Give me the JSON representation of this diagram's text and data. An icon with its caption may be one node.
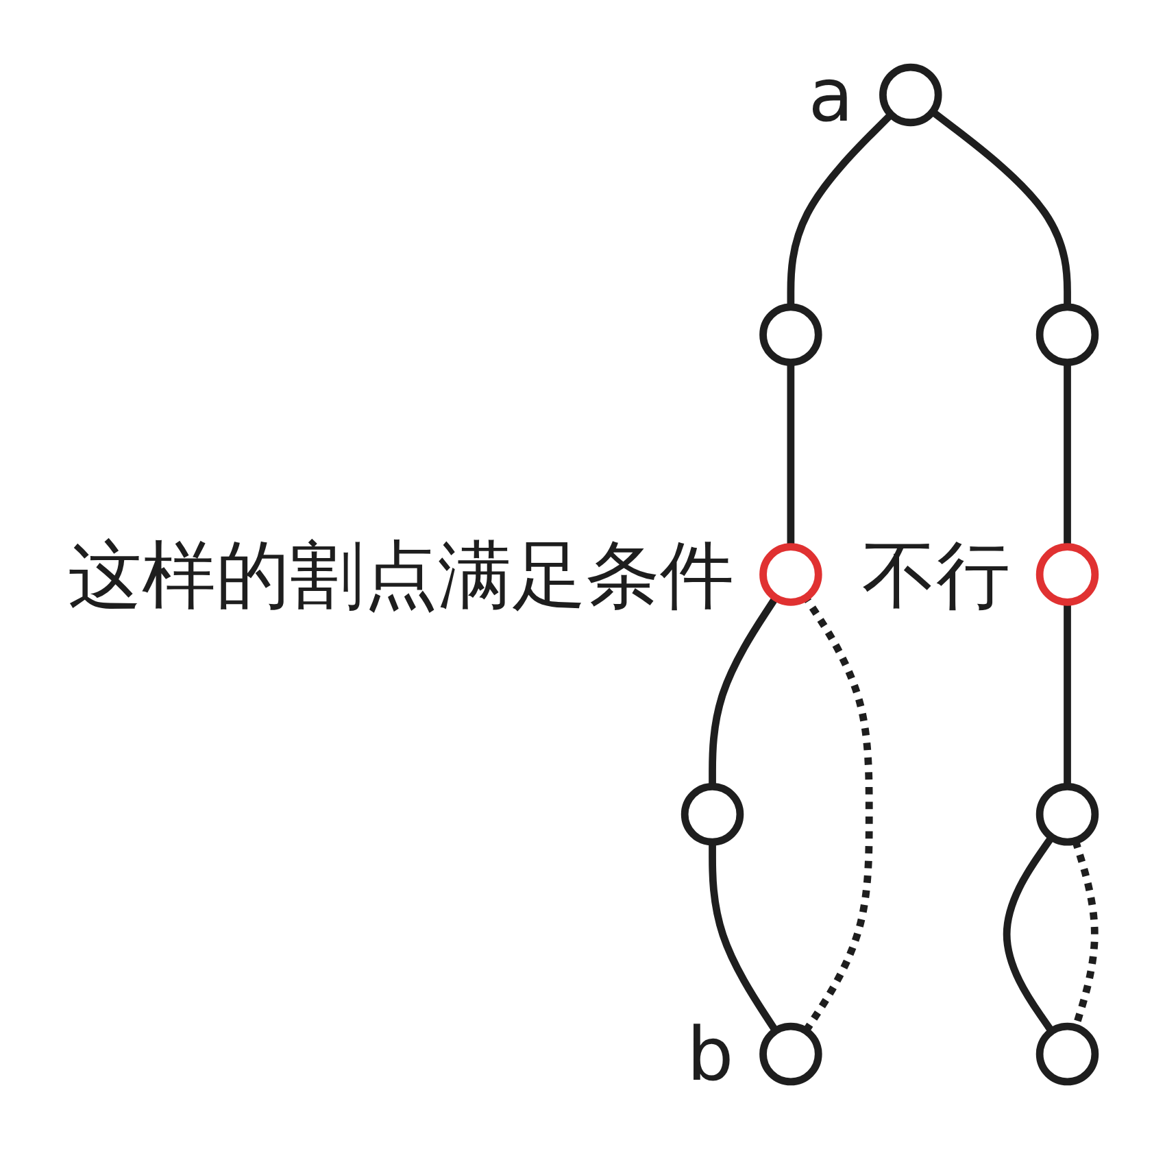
{
  "diagram": {
    "nodes": [
      {
        "text": [],
        "shape": "circle",
        "beside": [
          "a"
        ]
      },
      {
        "text": [],
        "shape": "circle"
      },
      {
        "text": [],
        "shape": "circle",
        "beside": [
          "这样的割点满足条件"
        ]
      },
      {
        "text": [],
        "shape": "circle"
      },
      {
        "text": [],
        "shape": "circle",
        "beside": [
          "b"
        ]
      },
      {
        "text": [],
        "shape": "circle"
      },
      {
        "text": [],
        "shape": "circle",
        "beside": [
          "不行"
        ]
      },
      {
        "text": [],
        "shape": "circle"
      },
      {
        "text": [],
        "shape": "circle"
      }
    ],
    "edges": [
      {
        "from": 0,
        "to": 1,
        "arrow": "none"
      },
      {
        "from": 1,
        "to": 2,
        "arrow": "none"
      },
      {
        "from": 2,
        "to": 3,
        "arrow": "none"
      },
      {
        "from": 3,
        "to": 4,
        "arrow": "none"
      },
      {
        "from": 0,
        "to": 5,
        "arrow": "none"
      },
      {
        "from": 5,
        "to": 6,
        "arrow": "none"
      },
      {
        "from": 6,
        "to": 7,
        "arrow": "none"
      },
      {
        "from": 7,
        "to": 8,
        "arrow": "none"
      },
      {
        "from": 4,
        "to": 2,
        "arrow": "none",
        "style": "dashed"
      },
      {
        "from": 7,
        "to": 8,
        "arrow": "none",
        "style": "dashed"
      }
    ]
  }
}
